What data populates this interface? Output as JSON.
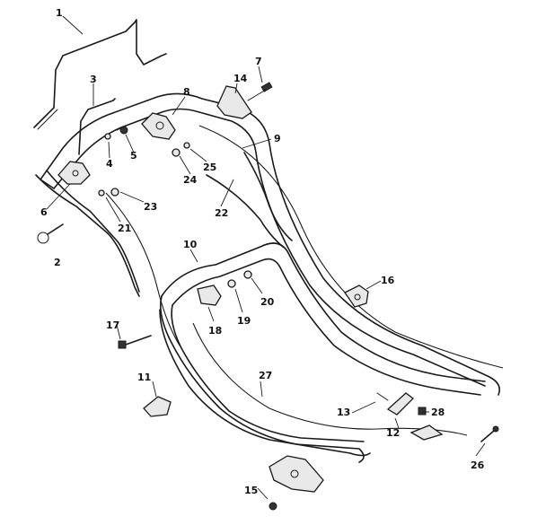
{
  "callouts": [
    {
      "id": "1",
      "label": "1"
    },
    {
      "id": "2",
      "label": "2"
    },
    {
      "id": "3",
      "label": "3"
    },
    {
      "id": "4",
      "label": "4"
    },
    {
      "id": "5",
      "label": "5"
    },
    {
      "id": "6",
      "label": "6"
    },
    {
      "id": "7",
      "label": "7"
    },
    {
      "id": "8",
      "label": "8"
    },
    {
      "id": "9",
      "label": "9"
    },
    {
      "id": "10",
      "label": "10"
    },
    {
      "id": "11",
      "label": "11"
    },
    {
      "id": "12",
      "label": "12"
    },
    {
      "id": "13",
      "label": "13"
    },
    {
      "id": "14",
      "label": "14"
    },
    {
      "id": "15",
      "label": "15"
    },
    {
      "id": "16",
      "label": "16"
    },
    {
      "id": "17",
      "label": "17"
    },
    {
      "id": "18",
      "label": "18"
    },
    {
      "id": "19",
      "label": "19"
    },
    {
      "id": "20",
      "label": "20"
    },
    {
      "id": "21",
      "label": "21"
    },
    {
      "id": "22",
      "label": "22"
    },
    {
      "id": "23",
      "label": "23"
    },
    {
      "id": "24",
      "label": "24"
    },
    {
      "id": "25",
      "label": "25"
    },
    {
      "id": "26",
      "label": "26"
    },
    {
      "id": "27",
      "label": "27"
    },
    {
      "id": "28",
      "label": "28"
    }
  ]
}
